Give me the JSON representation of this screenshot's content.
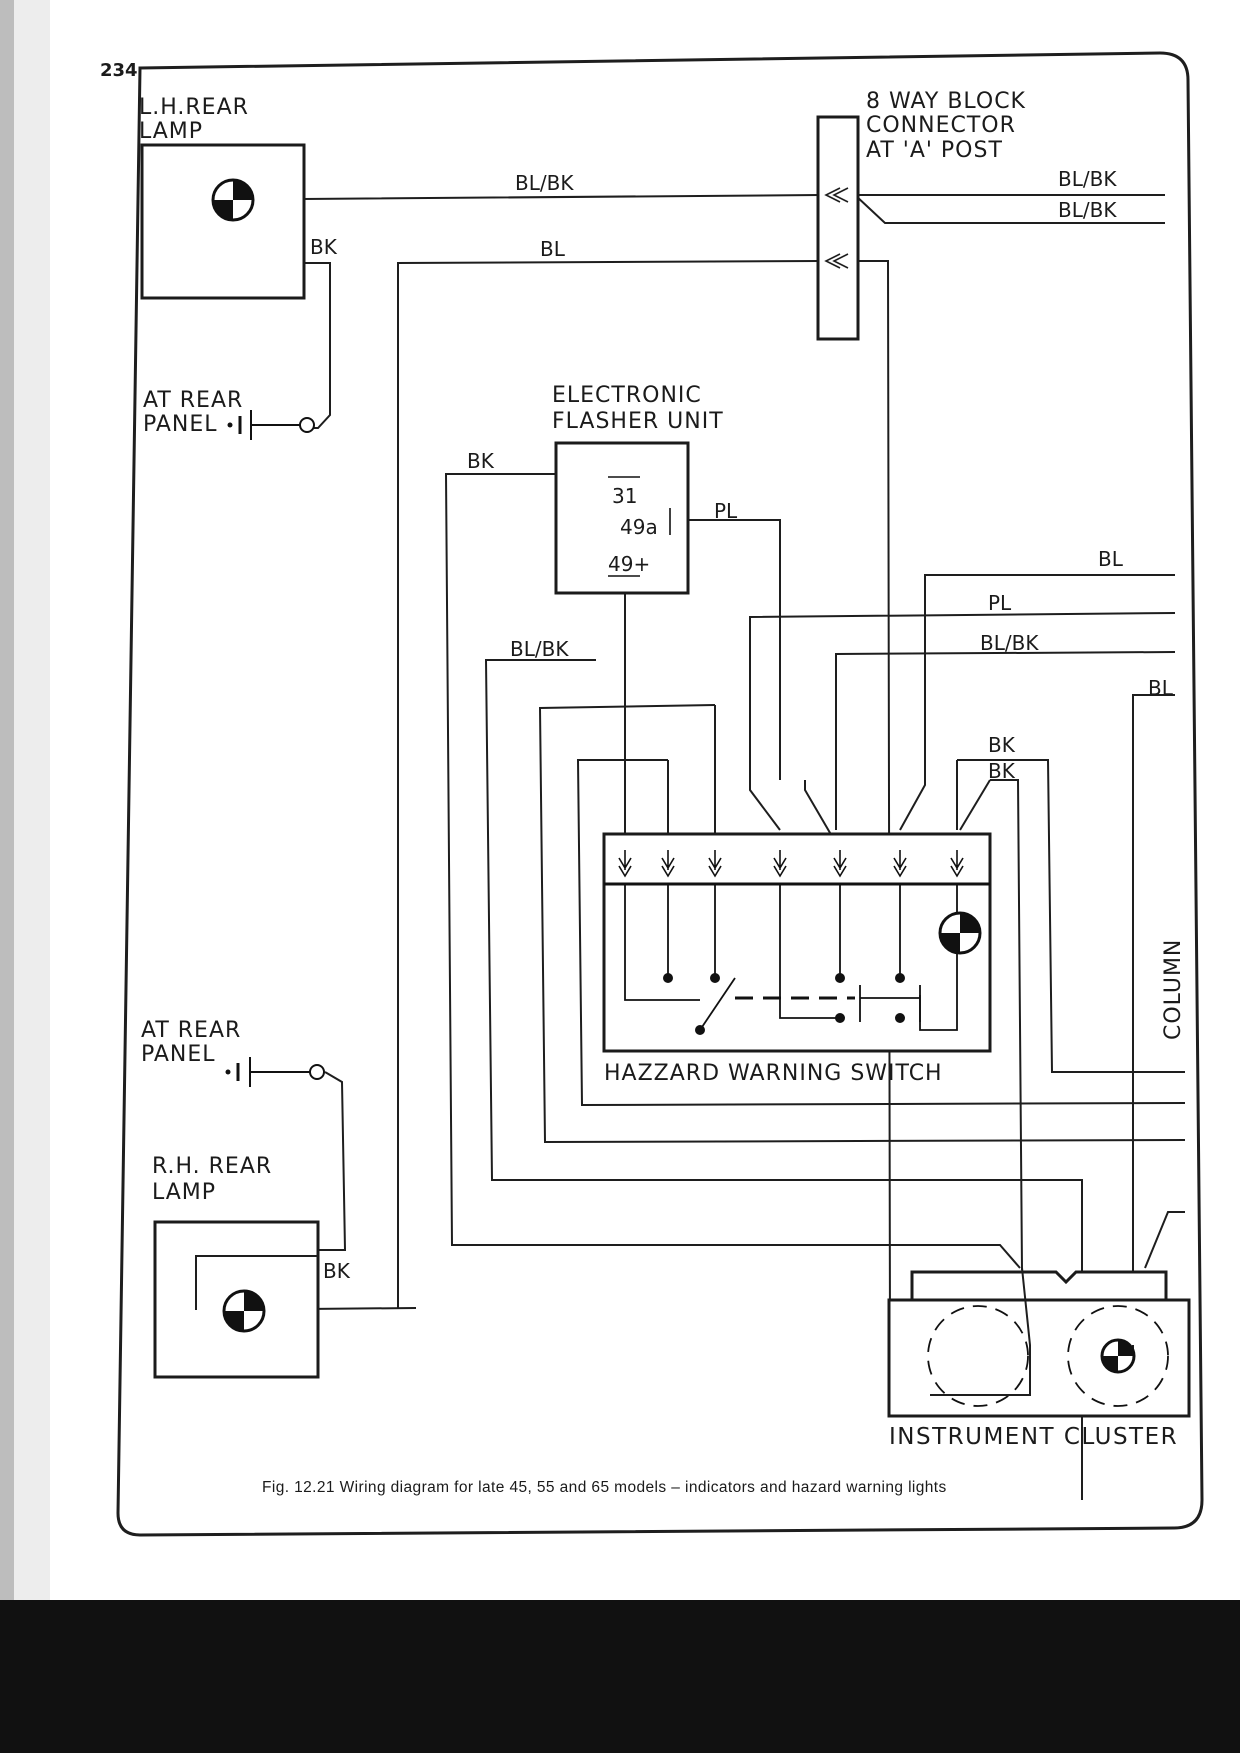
{
  "page_number": "234",
  "caption": "Fig. 12.21 Wiring diagram for late 45, 55 and 65 models – indicators and hazard warning lights",
  "components": {
    "lh_rear_lamp": [
      "L.H.REAR",
      "LAMP"
    ],
    "block_connector": [
      "8 WAY BLOCK",
      "CONNECTOR",
      "AT 'A' POST"
    ],
    "rear_panel_top": [
      "AT REAR",
      "PANEL"
    ],
    "flasher_unit": [
      "ELECTRONIC",
      "FLASHER UNIT"
    ],
    "flasher_terminals": [
      "31",
      "49a",
      "49+"
    ],
    "rear_panel_bottom": [
      "AT REAR",
      "PANEL"
    ],
    "rh_rear_lamp": [
      "R.H. REAR",
      "LAMP"
    ],
    "hazard_switch": "HAZZARD WARNING SWITCH",
    "instrument_cluster": "INSTRUMENT CLUSTER",
    "column": "COLUMN"
  },
  "wire_labels": {
    "lh_bl_bk": "BL/BK",
    "lh_bl": "BL",
    "lh_bk": "BK",
    "conn_out_1": "BL/BK",
    "conn_out_2": "BL/BK",
    "flasher_bk": "BK",
    "flasher_pl": "PL",
    "right_bl_1": "BL",
    "right_pl": "PL",
    "right_bl_bk": "BL/BK",
    "left_bl_bk": "BL/BK",
    "right_bl_2": "BL",
    "switch_bk_1": "BK",
    "switch_bk_2": "BK",
    "rh_bk": "BK"
  }
}
